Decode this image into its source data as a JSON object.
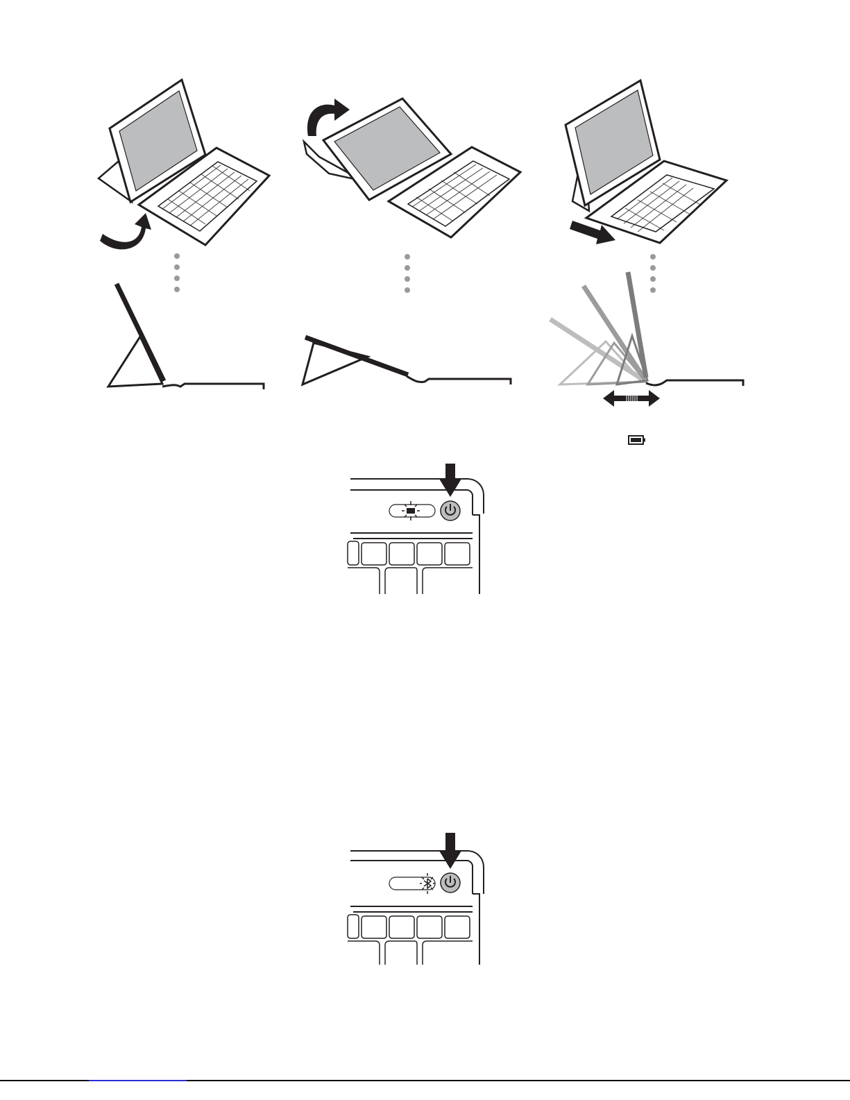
{
  "page": {
    "colors": {
      "ink": "#231f20",
      "screen_gray": "#bcbdbf",
      "dot_gray": "#9a9a9a",
      "ghost_gray": "#8c8c8c",
      "footer_link": "#2b2bd6"
    }
  },
  "figures": [
    {
      "id": "typing-mode",
      "icons": [
        "curved-arrow-icon",
        "tablet-keyboard-illustration",
        "side-profile-diagram"
      ]
    },
    {
      "id": "viewing-mode",
      "icons": [
        "curved-arrow-icon",
        "tablet-keyboard-illustration",
        "side-profile-diagram"
      ]
    },
    {
      "id": "adjust-angle",
      "icons": [
        "straight-arrow-icon",
        "tablet-keyboard-illustration",
        "multi-angle-diagram",
        "double-arrow-icon",
        "battery-icon"
      ]
    },
    {
      "id": "power-led-charge",
      "icons": [
        "down-arrow-icon",
        "power-button-icon",
        "battery-led-icon"
      ]
    },
    {
      "id": "power-led-bluetooth",
      "icons": [
        "down-arrow-icon",
        "power-button-icon",
        "bluetooth-led-icon"
      ]
    }
  ]
}
